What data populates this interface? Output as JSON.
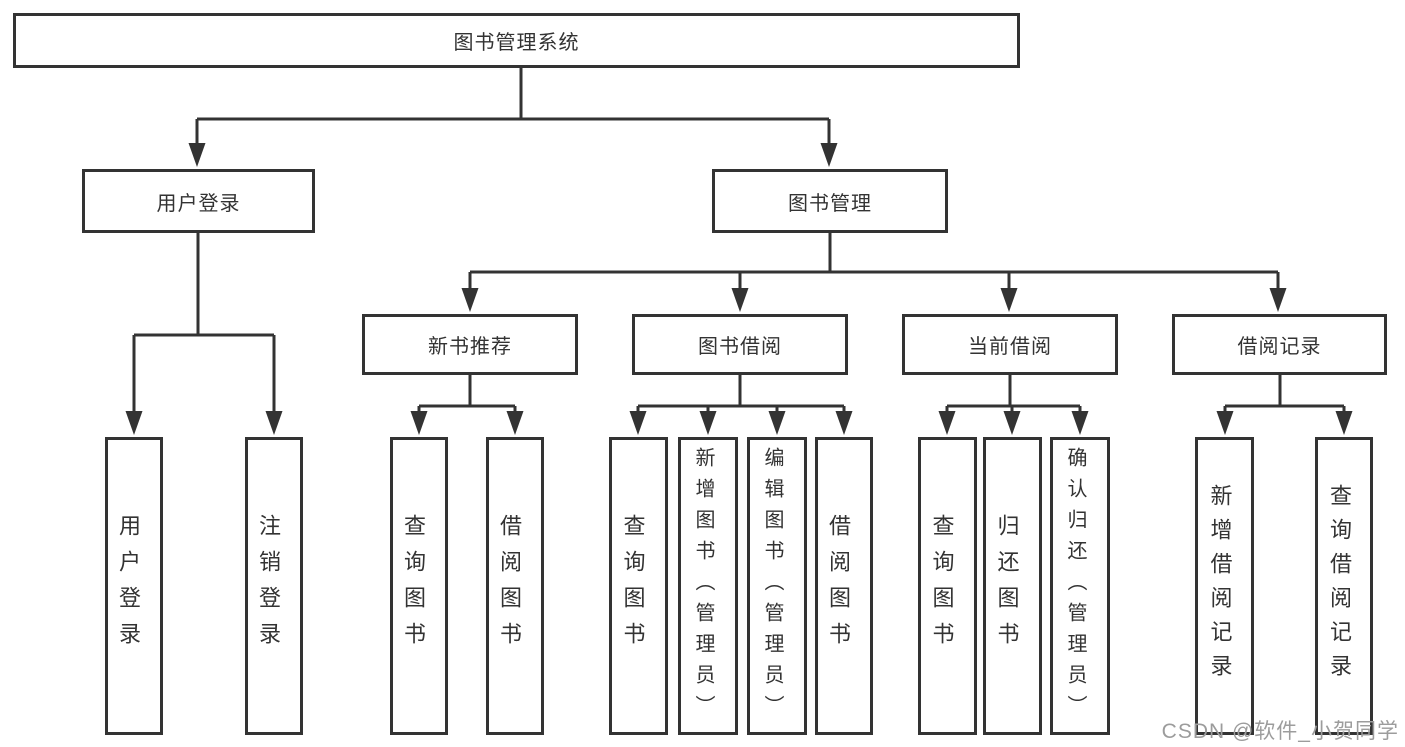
{
  "colors": {
    "line": "#333333",
    "box_border": "#333333",
    "text": "#333333",
    "watermark": "#9c9c9c"
  },
  "root": {
    "label": "图书管理系统"
  },
  "branches": [
    {
      "label": "用户登录",
      "children": [
        {
          "label": "用户登录"
        },
        {
          "label": "注销登录"
        }
      ]
    },
    {
      "label": "图书管理",
      "groups": [
        {
          "label": "新书推荐",
          "children": [
            {
              "label": "查询图书"
            },
            {
              "label": "借阅图书"
            }
          ]
        },
        {
          "label": "图书借阅",
          "children": [
            {
              "label": "查询图书"
            },
            {
              "label": "新增图书（管理员）"
            },
            {
              "label": "编辑图书（管理员）"
            },
            {
              "label": "借阅图书"
            }
          ]
        },
        {
          "label": "当前借阅",
          "children": [
            {
              "label": "查询图书"
            },
            {
              "label": "归还图书"
            },
            {
              "label": "确认归还（管理员）"
            }
          ]
        },
        {
          "label": "借阅记录",
          "children": [
            {
              "label": "新增借阅记录"
            },
            {
              "label": "查询借阅记录"
            }
          ]
        }
      ]
    }
  ],
  "watermark": "CSDN @软件_小贺同学"
}
